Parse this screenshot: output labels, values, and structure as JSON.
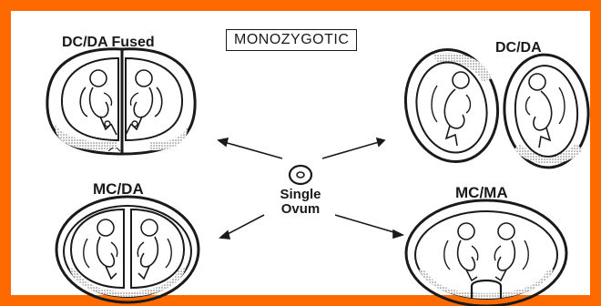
{
  "title": "MONOZYGOTIC",
  "center": {
    "line1": "Single",
    "line2": "Ovum"
  },
  "panels": {
    "dc_da_fused": "DC/DA Fused",
    "dc_da": "DC/DA",
    "mc_da": "MC/DA",
    "mc_ma": "MC/MA"
  },
  "colors": {
    "frame": "#ff6a00",
    "ink": "#1a1a1a"
  }
}
